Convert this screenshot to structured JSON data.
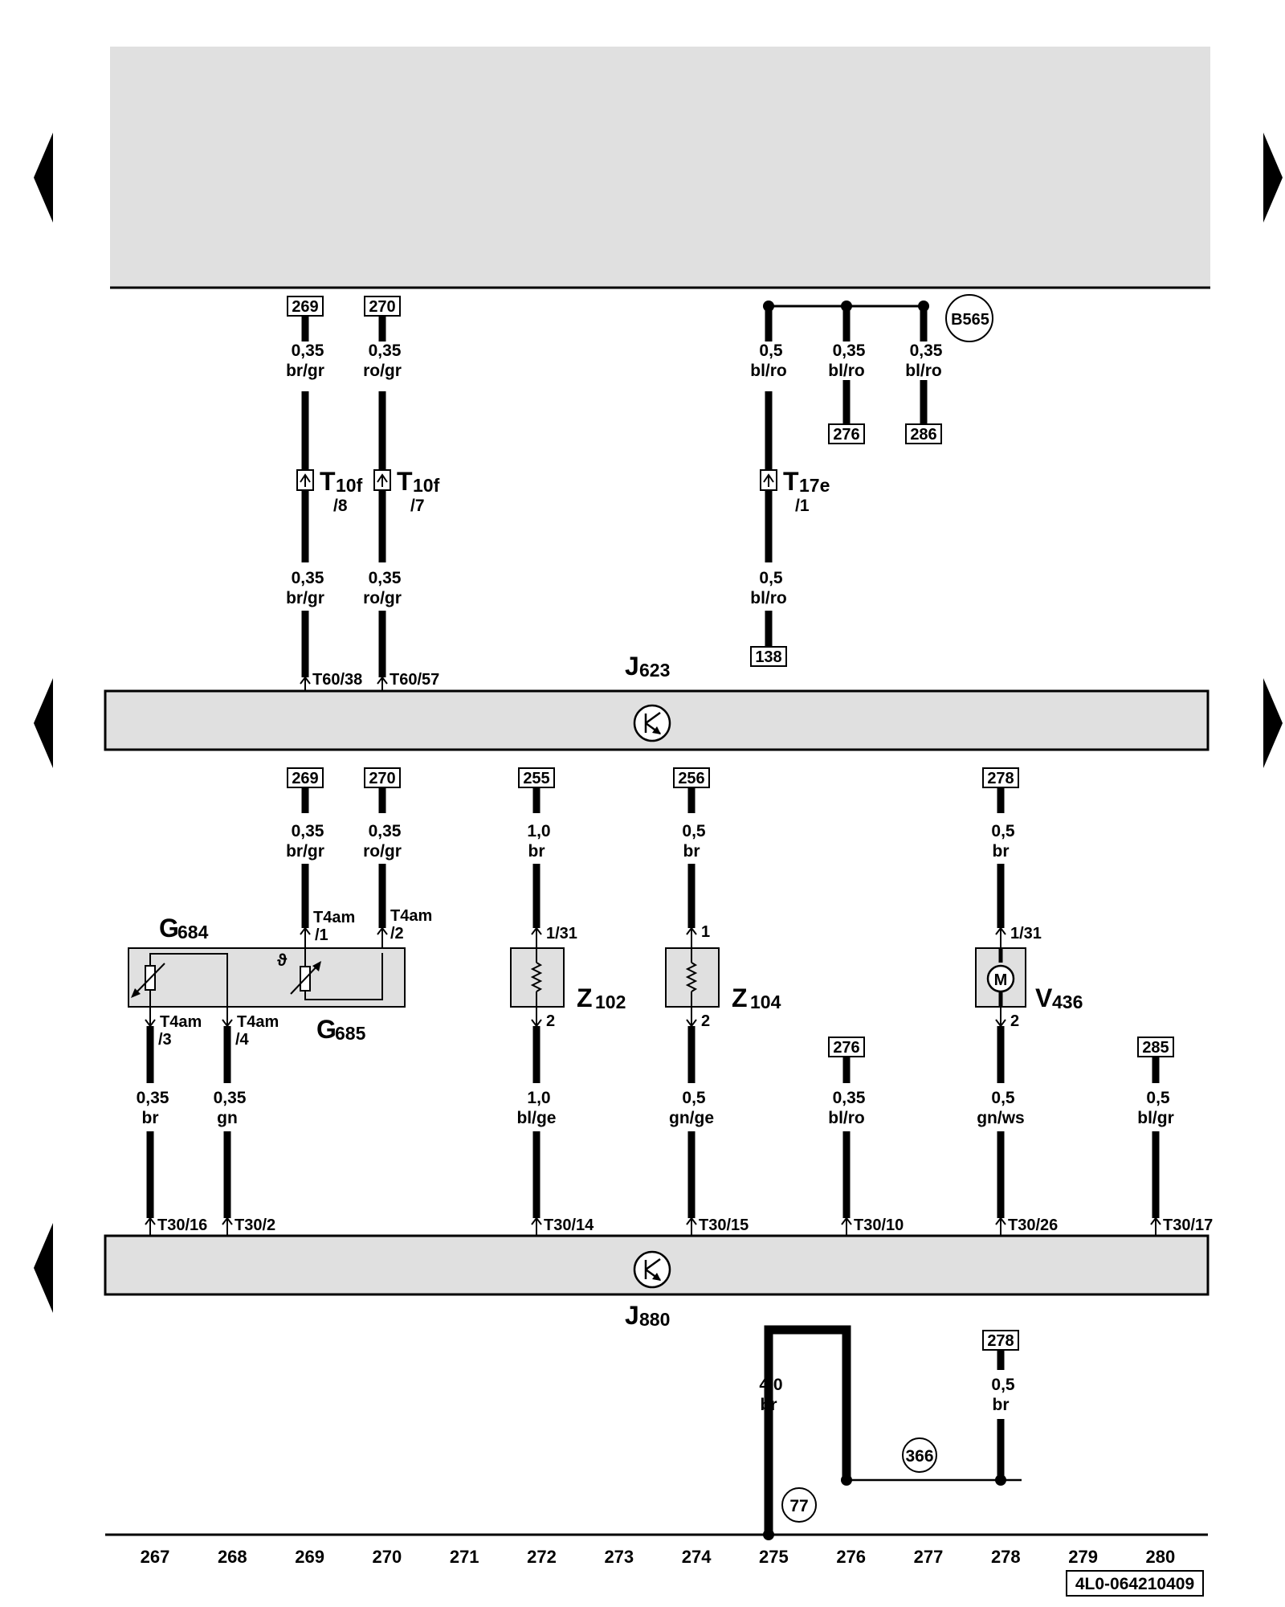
{
  "columns": [
    "267",
    "268",
    "269",
    "270",
    "271",
    "272",
    "273",
    "274",
    "275",
    "276",
    "277",
    "278",
    "279",
    "280"
  ],
  "doc_number": "4L0-064210409",
  "components": {
    "J623": {
      "letter": "J",
      "sub": "623"
    },
    "J880": {
      "letter": "J",
      "sub": "880"
    },
    "G684": {
      "letter": "G",
      "sub": "684"
    },
    "G685": {
      "letter": "G",
      "sub": "685"
    },
    "Z102": {
      "letter": "Z",
      "sub": "102"
    },
    "Z104": {
      "letter": "Z",
      "sub": "104"
    },
    "V436": {
      "letter": "V",
      "sub": "436"
    },
    "motor_symbol": "M",
    "theta_symbol": "ϑ"
  },
  "connectors": {
    "T10f_8": {
      "letter": "T",
      "sub": "10f",
      "pin": "/8"
    },
    "T10f_7": {
      "letter": "T",
      "sub": "10f",
      "pin": "/7"
    },
    "T17e_1": {
      "letter": "T",
      "sub": "17e",
      "pin": "/1"
    }
  },
  "top_section": {
    "refs": {
      "r269": "269",
      "r270": "270",
      "r276": "276",
      "r286": "286",
      "r138": "138"
    },
    "splice": "B565",
    "wires": [
      {
        "size": "0,35",
        "color": "br/gr"
      },
      {
        "size": "0,35",
        "color": "ro/gr"
      },
      {
        "size": "0,5",
        "color": "bl/ro"
      },
      {
        "size": "0,35",
        "color": "bl/ro"
      },
      {
        "size": "0,35",
        "color": "bl/ro"
      },
      {
        "size": "0,35",
        "color": "br/gr"
      },
      {
        "size": "0,35",
        "color": "ro/gr"
      },
      {
        "size": "0,5",
        "color": "bl/ro"
      }
    ],
    "pins": {
      "p1": "T60/38",
      "p2": "T60/57"
    }
  },
  "middle_section": {
    "refs": {
      "r269": "269",
      "r270": "270",
      "r255": "255",
      "r256": "256",
      "r278": "278",
      "r276": "276",
      "r285": "285"
    },
    "upper_wires": [
      {
        "size": "0,35",
        "color": "br/gr"
      },
      {
        "size": "0,35",
        "color": "ro/gr"
      },
      {
        "size": "1,0",
        "color": "br"
      },
      {
        "size": "0,5",
        "color": "br"
      },
      {
        "size": "0,5",
        "color": "br"
      }
    ],
    "lower_wires": [
      {
        "size": "0,35",
        "color": "br"
      },
      {
        "size": "0,35",
        "color": "gn"
      },
      {
        "size": "1,0",
        "color": "bl/ge"
      },
      {
        "size": "0,5",
        "color": "gn/ge"
      },
      {
        "size": "0,35",
        "color": "bl/ro"
      },
      {
        "size": "0,5",
        "color": "gn/ws"
      },
      {
        "size": "0,5",
        "color": "bl/gr"
      }
    ],
    "pins": {
      "t4am1": "T4am",
      "t4am1b": "/1",
      "t4am2": "T4am",
      "t4am2b": "/2",
      "t4am3": "T4am",
      "t4am3b": "/3",
      "t4am4": "T4am",
      "t4am4b": "/4",
      "z102_top": "1/31",
      "z102_bot": "2",
      "z104_top": "1",
      "z104_bot": "2",
      "v436_top": "1/31",
      "v436_bot": "2",
      "t30_16": "T30/16",
      "t30_2": "T30/2",
      "t30_14": "T30/14",
      "t30_15": "T30/15",
      "t30_10": "T30/10",
      "t30_26": "T30/26",
      "t30_17": "T30/17"
    }
  },
  "bottom_section": {
    "refs": {
      "r278": "278"
    },
    "wires": [
      {
        "size": "4,0",
        "color": "br"
      },
      {
        "size": "0,5",
        "color": "br"
      }
    ],
    "ground": "77",
    "splice": "366"
  }
}
